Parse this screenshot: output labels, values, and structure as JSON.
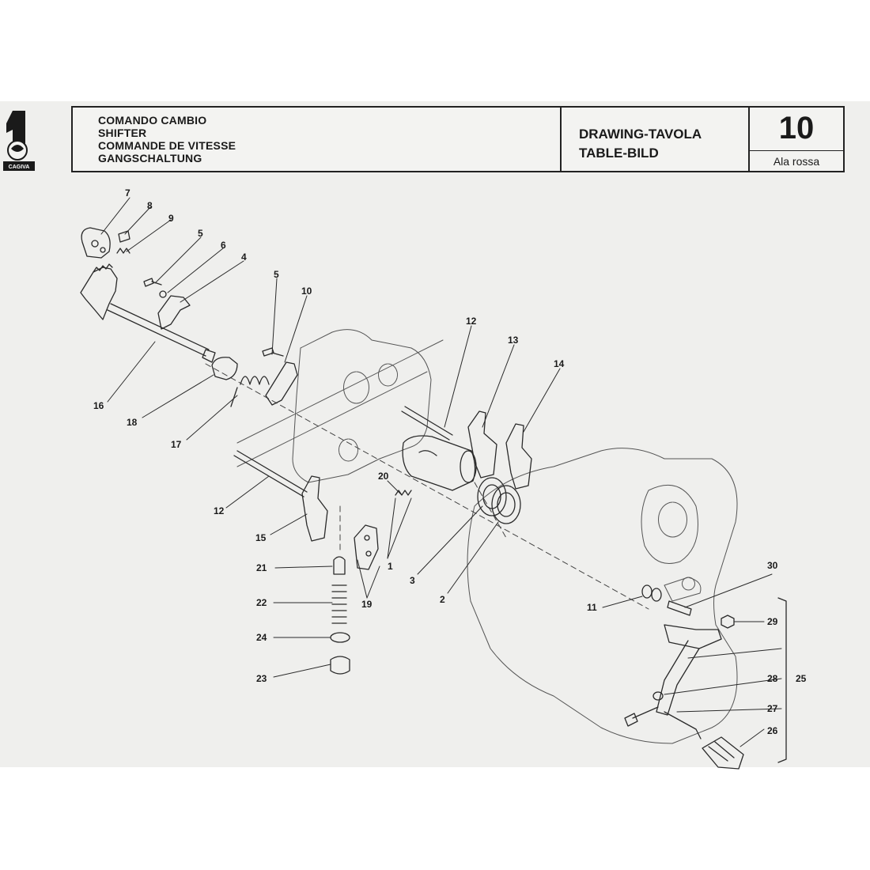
{
  "header": {
    "title_lines": [
      "COMANDO CAMBIO",
      "SHIFTER",
      "COMMANDE DE VITESSE",
      "GANGSCHALTUNG"
    ],
    "drawing_lines": [
      "DRAWING-TAVOLA",
      "TABLE-BILD"
    ],
    "table_number": "10",
    "model_name": "Ala rossa"
  },
  "logo": {
    "text": "CAGIVA"
  },
  "callouts": [
    {
      "label": "7"
    },
    {
      "label": "8"
    },
    {
      "label": "9"
    },
    {
      "label": "5"
    },
    {
      "label": "6"
    },
    {
      "label": "4"
    },
    {
      "label": "5"
    },
    {
      "label": "10"
    },
    {
      "label": "12"
    },
    {
      "label": "13"
    },
    {
      "label": "14"
    },
    {
      "label": "16"
    },
    {
      "label": "18"
    },
    {
      "label": "17"
    },
    {
      "label": "20"
    },
    {
      "label": "12"
    },
    {
      "label": "15"
    },
    {
      "label": "21"
    },
    {
      "label": "1"
    },
    {
      "label": "19"
    },
    {
      "label": "3"
    },
    {
      "label": "2"
    },
    {
      "label": "22"
    },
    {
      "label": "24"
    },
    {
      "label": "23"
    },
    {
      "label": "30"
    },
    {
      "label": "11"
    },
    {
      "label": "29"
    },
    {
      "label": "25"
    },
    {
      "label": "28"
    },
    {
      "label": "27"
    },
    {
      "label": "26"
    }
  ]
}
